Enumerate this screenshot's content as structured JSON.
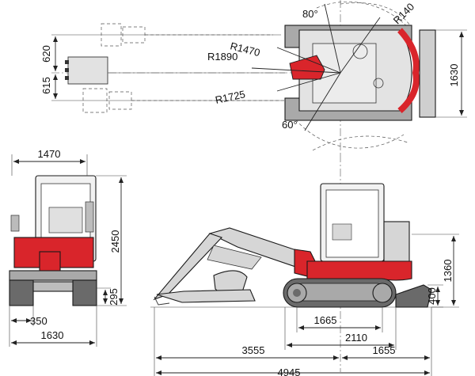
{
  "colors": {
    "red": "#d9252b",
    "grey_light": "#d6d6d6",
    "grey_mid": "#a9a9a9",
    "grey_dark": "#6a6a6a",
    "black": "#1a1a1a"
  },
  "plan_view": {
    "angle_top": "80°",
    "angle_bottom": "60°",
    "radius_top_right": "R140",
    "radius_1": "R1470",
    "radius_2": "R1890",
    "radius_3": "R1725",
    "height_right": "1630",
    "offset_top": "620",
    "offset_bottom": "615"
  },
  "front_view": {
    "width_top": "1470",
    "height_total": "2450",
    "ground_clearance": "295",
    "track_width": "350",
    "overall_width": "1630"
  },
  "side_view": {
    "cab_height": "1360",
    "blade_height": "400",
    "track_length_inner": "1665",
    "track_length_outer": "2110",
    "front_reach": "3555",
    "rear_length": "1655",
    "overall_length": "4945"
  }
}
